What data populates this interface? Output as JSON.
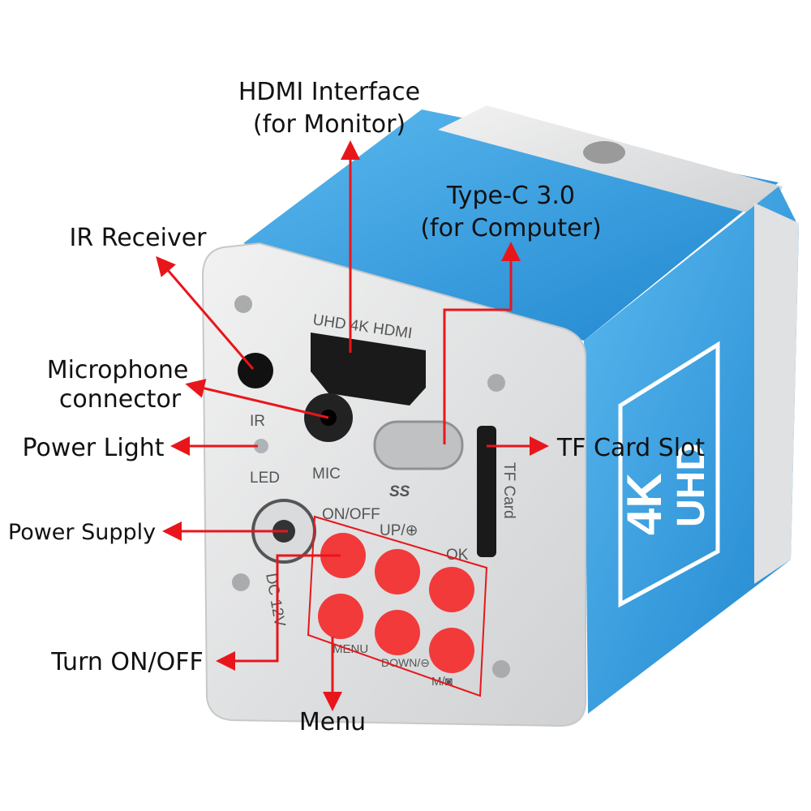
{
  "callouts": {
    "hdmi": [
      "HDMI Interface",
      "(for Monitor)"
    ],
    "typec": [
      "Type-C 3.0",
      "(for Computer)"
    ],
    "ir": "IR Receiver",
    "mic": [
      "Microphone",
      "connector"
    ],
    "power_light": "Power Light",
    "power_supply": "Power Supply",
    "turn_on_off": "Turn ON/OFF",
    "menu": "Menu",
    "tf_card": "TF Card Slot"
  },
  "device_print": {
    "hdmi": "UHD  4K  HDMI",
    "ir": "IR",
    "led": "LED",
    "mic": "MIC",
    "dc": "DC  12V",
    "ss": "SS",
    "tf": "TF Card",
    "on_off": "ON/OFF",
    "up": "UP/⊕",
    "ok": "OK",
    "menu": "MENU",
    "down": "DOWN/⊖",
    "mode": "M/◙",
    "badge_top": "4K",
    "badge_bottom": "UHD"
  },
  "colors": {
    "accent": "#e8161b",
    "body_blue": "#2f9fe0",
    "button_red": "#f23a3a"
  }
}
